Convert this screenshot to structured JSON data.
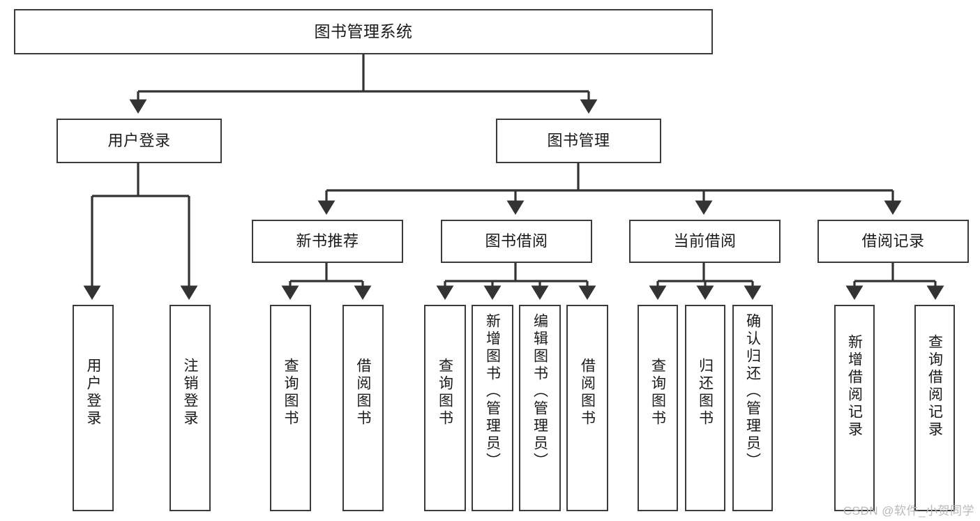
{
  "diagram": {
    "type": "tree",
    "title": "图书管理系统",
    "orientation": "top-down",
    "colors": {
      "box_border": "#3b3b3b",
      "box_fill": "#ffffff",
      "edge": "#333333",
      "text": "#1a1a1a",
      "watermark": "#b9b9b9",
      "background": "#ffffff"
    },
    "watermark": "CSDN @软件_小贺同学"
  },
  "nodes": {
    "root": {
      "label": "图书管理系统",
      "level": 0,
      "orientation": "horizontal"
    },
    "level1": [
      {
        "id": "user-login",
        "label": "用户登录",
        "orientation": "horizontal"
      },
      {
        "id": "book-management",
        "label": "图书管理",
        "orientation": "horizontal"
      }
    ],
    "level2": [
      {
        "id": "new-book-recommend",
        "label": "新书推荐",
        "parent": "book-management",
        "orientation": "horizontal"
      },
      {
        "id": "book-borrow",
        "label": "图书借阅",
        "parent": "book-management",
        "orientation": "horizontal"
      },
      {
        "id": "current-borrow",
        "label": "当前借阅",
        "parent": "book-management",
        "orientation": "horizontal"
      },
      {
        "id": "borrow-record",
        "label": "借阅记录",
        "parent": "book-management",
        "orientation": "horizontal"
      }
    ],
    "leaves": [
      {
        "id": "leaf-user-login",
        "label": "用户登录",
        "parent": "user-login",
        "orientation": "vertical"
      },
      {
        "id": "leaf-user-logout",
        "label": "注销登录",
        "parent": "user-login",
        "orientation": "vertical"
      },
      {
        "id": "leaf-query-book-1",
        "label": "查询图书",
        "parent": "new-book-recommend",
        "orientation": "vertical"
      },
      {
        "id": "leaf-borrow-book-1",
        "label": "借阅图书",
        "parent": "new-book-recommend",
        "orientation": "vertical"
      },
      {
        "id": "leaf-query-book-2",
        "label": "查询图书",
        "parent": "book-borrow",
        "orientation": "vertical"
      },
      {
        "id": "leaf-add-book",
        "label": "新增图书（管理员）",
        "parent": "book-borrow",
        "orientation": "vertical"
      },
      {
        "id": "leaf-edit-book",
        "label": "编辑图书（管理员）",
        "parent": "book-borrow",
        "orientation": "vertical"
      },
      {
        "id": "leaf-borrow-book-2",
        "label": "借阅图书",
        "parent": "book-borrow",
        "orientation": "vertical"
      },
      {
        "id": "leaf-query-book-3",
        "label": "查询图书",
        "parent": "current-borrow",
        "orientation": "vertical"
      },
      {
        "id": "leaf-return-book",
        "label": "归还图书",
        "parent": "current-borrow",
        "orientation": "vertical"
      },
      {
        "id": "leaf-confirm-return",
        "label": "确认归还（管理员）",
        "parent": "current-borrow",
        "orientation": "vertical"
      },
      {
        "id": "leaf-add-record",
        "label": "新增借阅记录",
        "parent": "borrow-record",
        "orientation": "vertical"
      },
      {
        "id": "leaf-query-record",
        "label": "查询借阅记录",
        "parent": "borrow-record",
        "orientation": "vertical"
      }
    ]
  }
}
